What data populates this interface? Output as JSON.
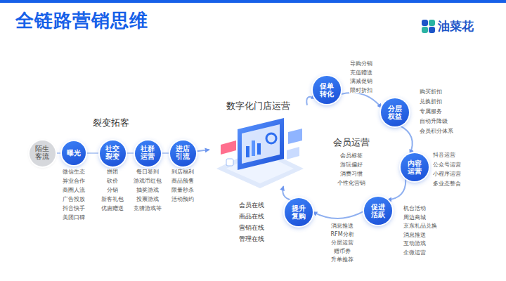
{
  "diagram": {
    "title": "全链路营销思维",
    "nodes": [
      {
        "text": [
          "陌生客流"
        ]
      },
      {
        "text": [
          "曝光"
        ]
      },
      {
        "text": [
          "社交裂变"
        ]
      },
      {
        "text": [
          "社群运营"
        ]
      },
      {
        "text": [
          "进店引流"
        ]
      },
      {
        "text": [
          "数字化门店运营"
        ]
      },
      {
        "text": [
          "促单转化"
        ]
      },
      {
        "text": [
          "分层权益"
        ]
      },
      {
        "text": [
          "内容运营"
        ]
      },
      {
        "text": [
          "促进活跃"
        ]
      },
      {
        "text": [
          "提升复购"
        ]
      }
    ],
    "edges": [
      {
        "from": 0,
        "to": 1,
        "arrow": "none"
      },
      {
        "from": 1,
        "to": 2,
        "arrow": "none"
      },
      {
        "from": 2,
        "to": 3,
        "arrow": "none"
      },
      {
        "from": 3,
        "to": 4,
        "arrow": "none"
      },
      {
        "from": 4,
        "to": 5,
        "arrow": "to"
      },
      {
        "from": 5,
        "to": 6,
        "arrow": "to"
      },
      {
        "from": 6,
        "to": 7,
        "arrow": "to"
      },
      {
        "from": 7,
        "to": 8,
        "arrow": "to"
      },
      {
        "from": 8,
        "to": 9,
        "arrow": "to"
      },
      {
        "from": 9,
        "to": 10,
        "arrow": "to"
      },
      {
        "from": 10,
        "to": 5,
        "arrow": "to"
      }
    ],
    "labels": [
      "油菜花",
      "裂变拓客",
      "微信生态",
      "异业合作",
      "商圈人流",
      "广告投放",
      "抖音快手",
      "美团口碑",
      "拼团",
      "砍价",
      "分销",
      "新客礼包",
      "优惠赠送",
      "每日签到",
      "游戏币红包",
      "抽奖游戏",
      "投票游戏",
      "竞猜游戏等",
      "到店福利",
      "商品预售",
      "限量秒杀",
      "活动预约",
      "导购分销",
      "充值赠送",
      "满减促销",
      "限时折扣",
      "购买折扣",
      "兑换折扣",
      "专属服务",
      "自动升降级",
      "会员积分体系",
      "会员运营",
      "会员标签",
      "游玩偏好",
      "消费习惯",
      "个性化营销",
      "抖音运营",
      "公众号运营",
      "小程序运营",
      "多业态整合",
      "机台活动",
      "周边商城",
      "京东礼品兑换",
      "消息推送",
      "互动游戏",
      "企微运营",
      "会员在线",
      "商品在线",
      "营销在线",
      "管理在线",
      "消息推送",
      "RFM分析",
      "分层运营",
      "赠币券",
      "升单推荐"
    ]
  }
}
